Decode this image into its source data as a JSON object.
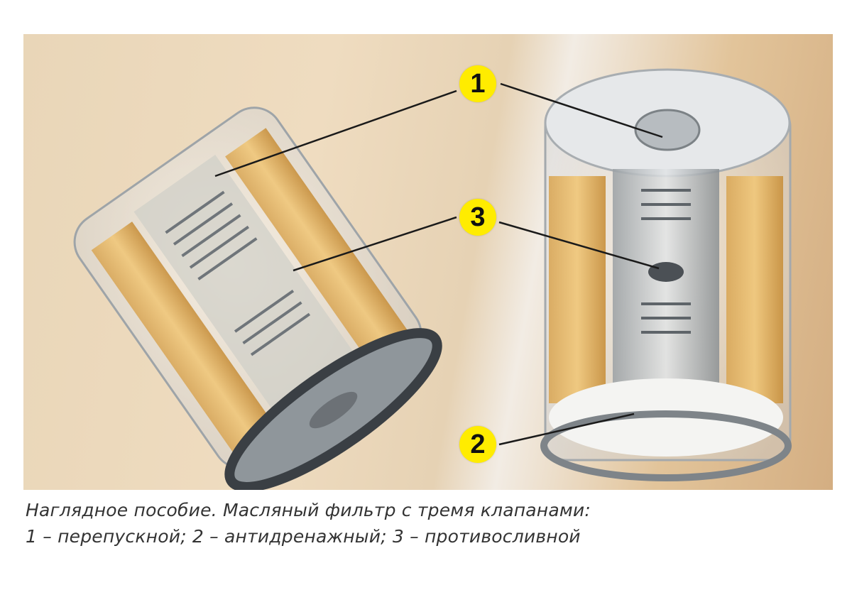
{
  "figure": {
    "description": "Cutaway oil filter demonstration model with three valves",
    "callouts": [
      {
        "number": "1",
        "label": "перепускной"
      },
      {
        "number": "2",
        "label": "антидренажный"
      },
      {
        "number": "3",
        "label": "противосливной"
      }
    ],
    "callout_color": "#ffec00"
  },
  "caption": {
    "line1": "Наглядное пособие. Масляный фильтр с тремя клапанами:",
    "line2": "1 – перепускной; 2 – антидренажный; 3 – противосливной"
  }
}
